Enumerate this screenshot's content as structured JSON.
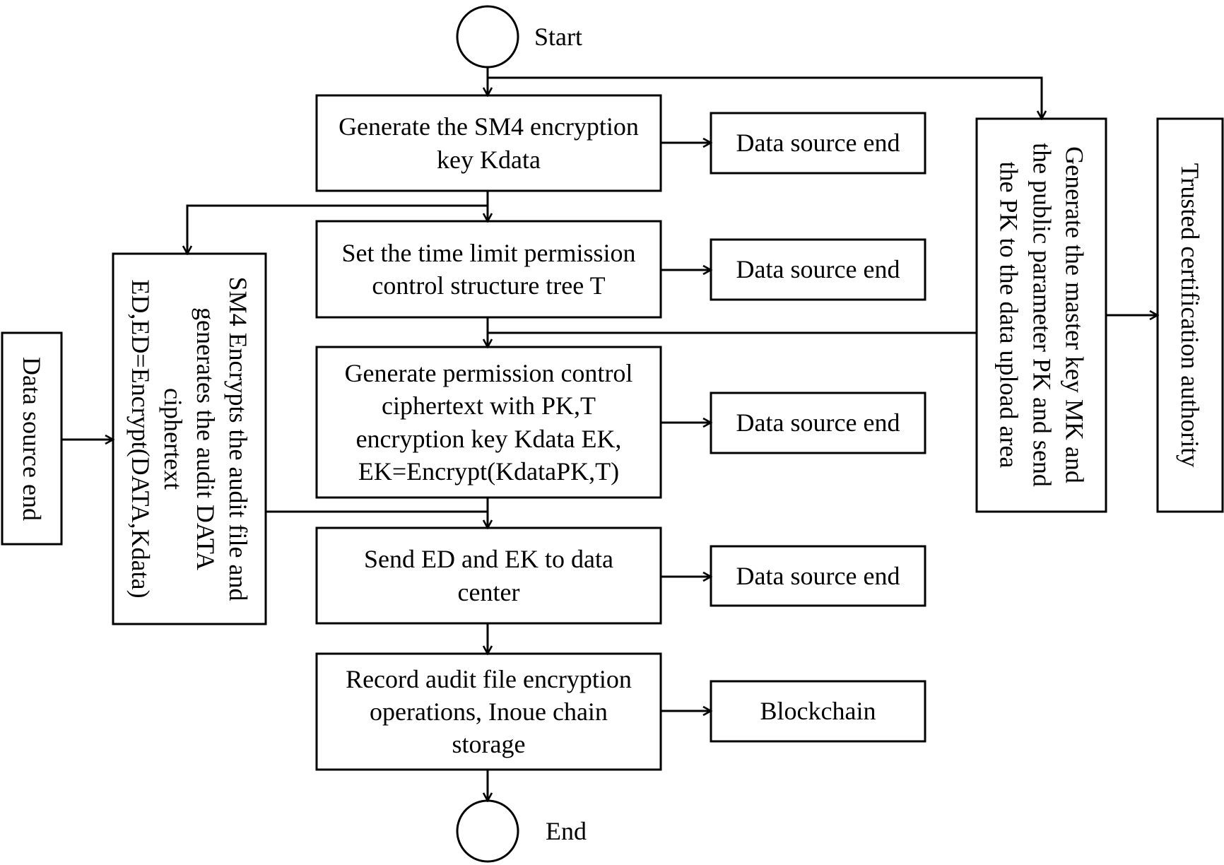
{
  "terminals": {
    "start": "Start",
    "end": "End"
  },
  "steps": [
    "Generate the SM4 encryption\nkey Kdata",
    "Set the time limit permission\ncontrol structure tree T",
    "Generate permission control\nciphertext with PK,T\nencryption key Kdata EK,\nEK=Encrypt(KdataPK,T)",
    "Send ED and EK to data\ncenter",
    "Record audit file encryption\noperations, Inoue chain\nstorage"
  ],
  "actors": [
    "Data source end",
    "Data source end",
    "Data source end",
    "Data source end",
    "Blockchain"
  ],
  "left": {
    "source": "Data source end",
    "encrypt": "SM4 Encrypts the audit file and\ngenerates the audit DATA\nciphertext\nED,ED=Encrypt(DATA,Kdata)"
  },
  "right": {
    "keygen": "Generate the master key MK and\nthe public parameter PK and send\nthe PK to the data upload area",
    "authority": "Trusted certification authority"
  },
  "colors": {
    "line": "#000000",
    "background": "#ffffff"
  }
}
